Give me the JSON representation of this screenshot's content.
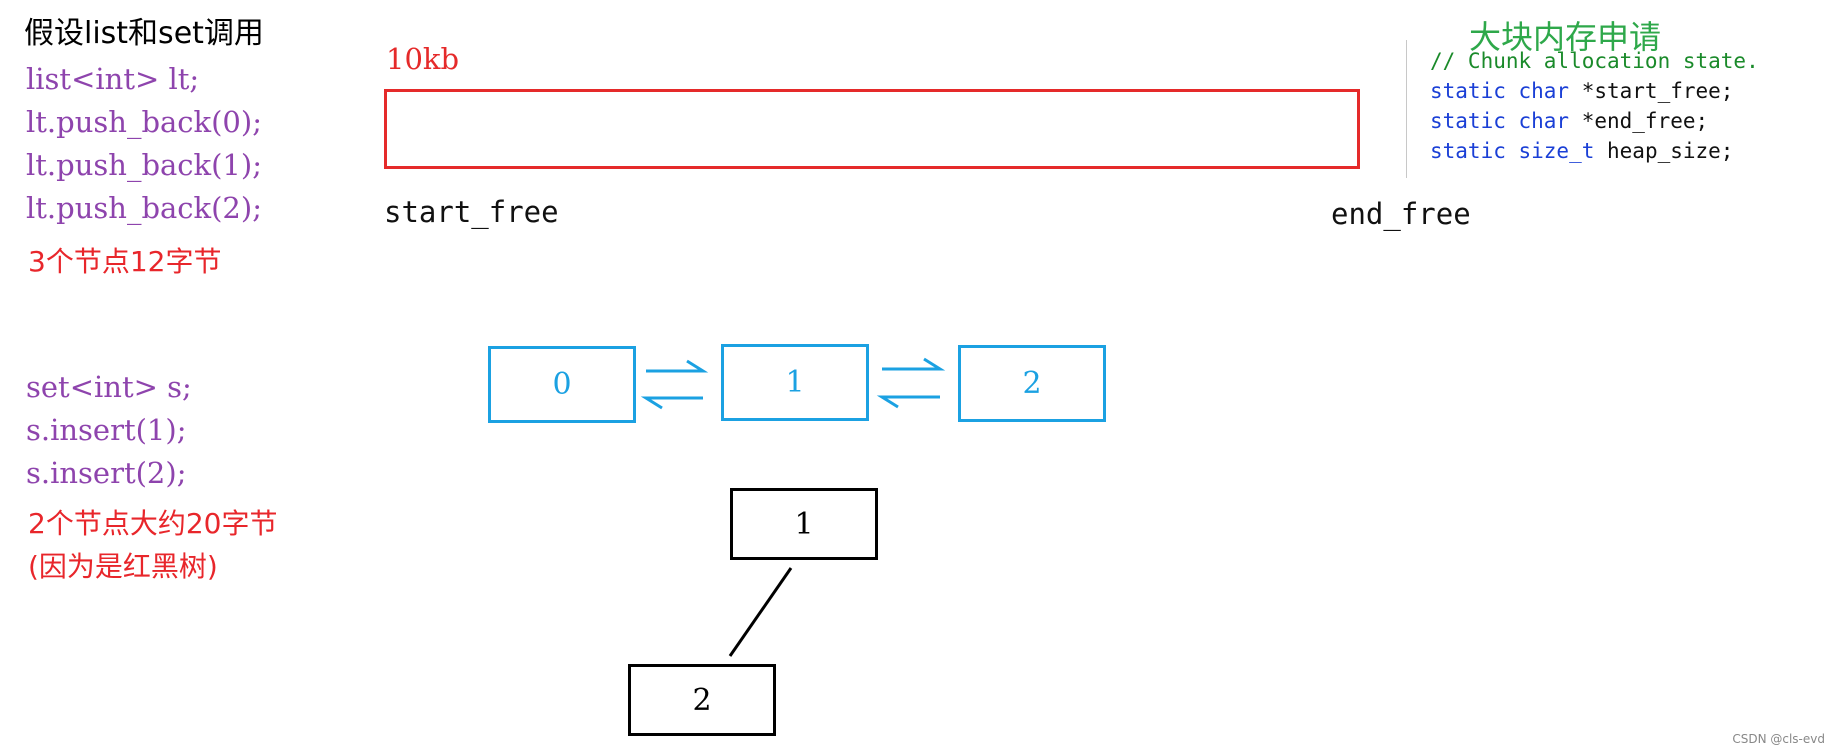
{
  "title": "假设list和set调用",
  "list_code": [
    "list<int> lt;",
    "lt.push_back(0);",
    "lt.push_back(1);",
    "lt.push_back(2);"
  ],
  "list_note": "3个节点12字节",
  "chunk": {
    "size_label": "10kb",
    "start_label": "start_free",
    "end_label": "end_free"
  },
  "heading_right": "大块内存申请",
  "code_panel": {
    "comment": "// Chunk allocation state.",
    "lines": [
      {
        "kw": "static char",
        "rest": " *start_free;"
      },
      {
        "kw": "static char",
        "rest": " *end_free;"
      },
      {
        "kw": "static size_t",
        "rest": " heap_size;"
      }
    ]
  },
  "list_nodes": [
    "0",
    "1",
    "2"
  ],
  "set_code": [
    "set<int> s;",
    "s.insert(1);",
    "s.insert(2);"
  ],
  "set_note": [
    "2个节点大约20字节",
    "(因为是红黑树)"
  ],
  "tree_nodes": {
    "root": "1",
    "child": "2"
  },
  "watermark": "CSDN @cls-evd",
  "colors": {
    "chunk_border": "#e52a2a",
    "list_node": "#1ba1e2",
    "code_purple": "#8e44ad",
    "note_red": "#e8262b",
    "heading_green": "#2ea84a",
    "keyword_blue": "#1a3fd6"
  }
}
